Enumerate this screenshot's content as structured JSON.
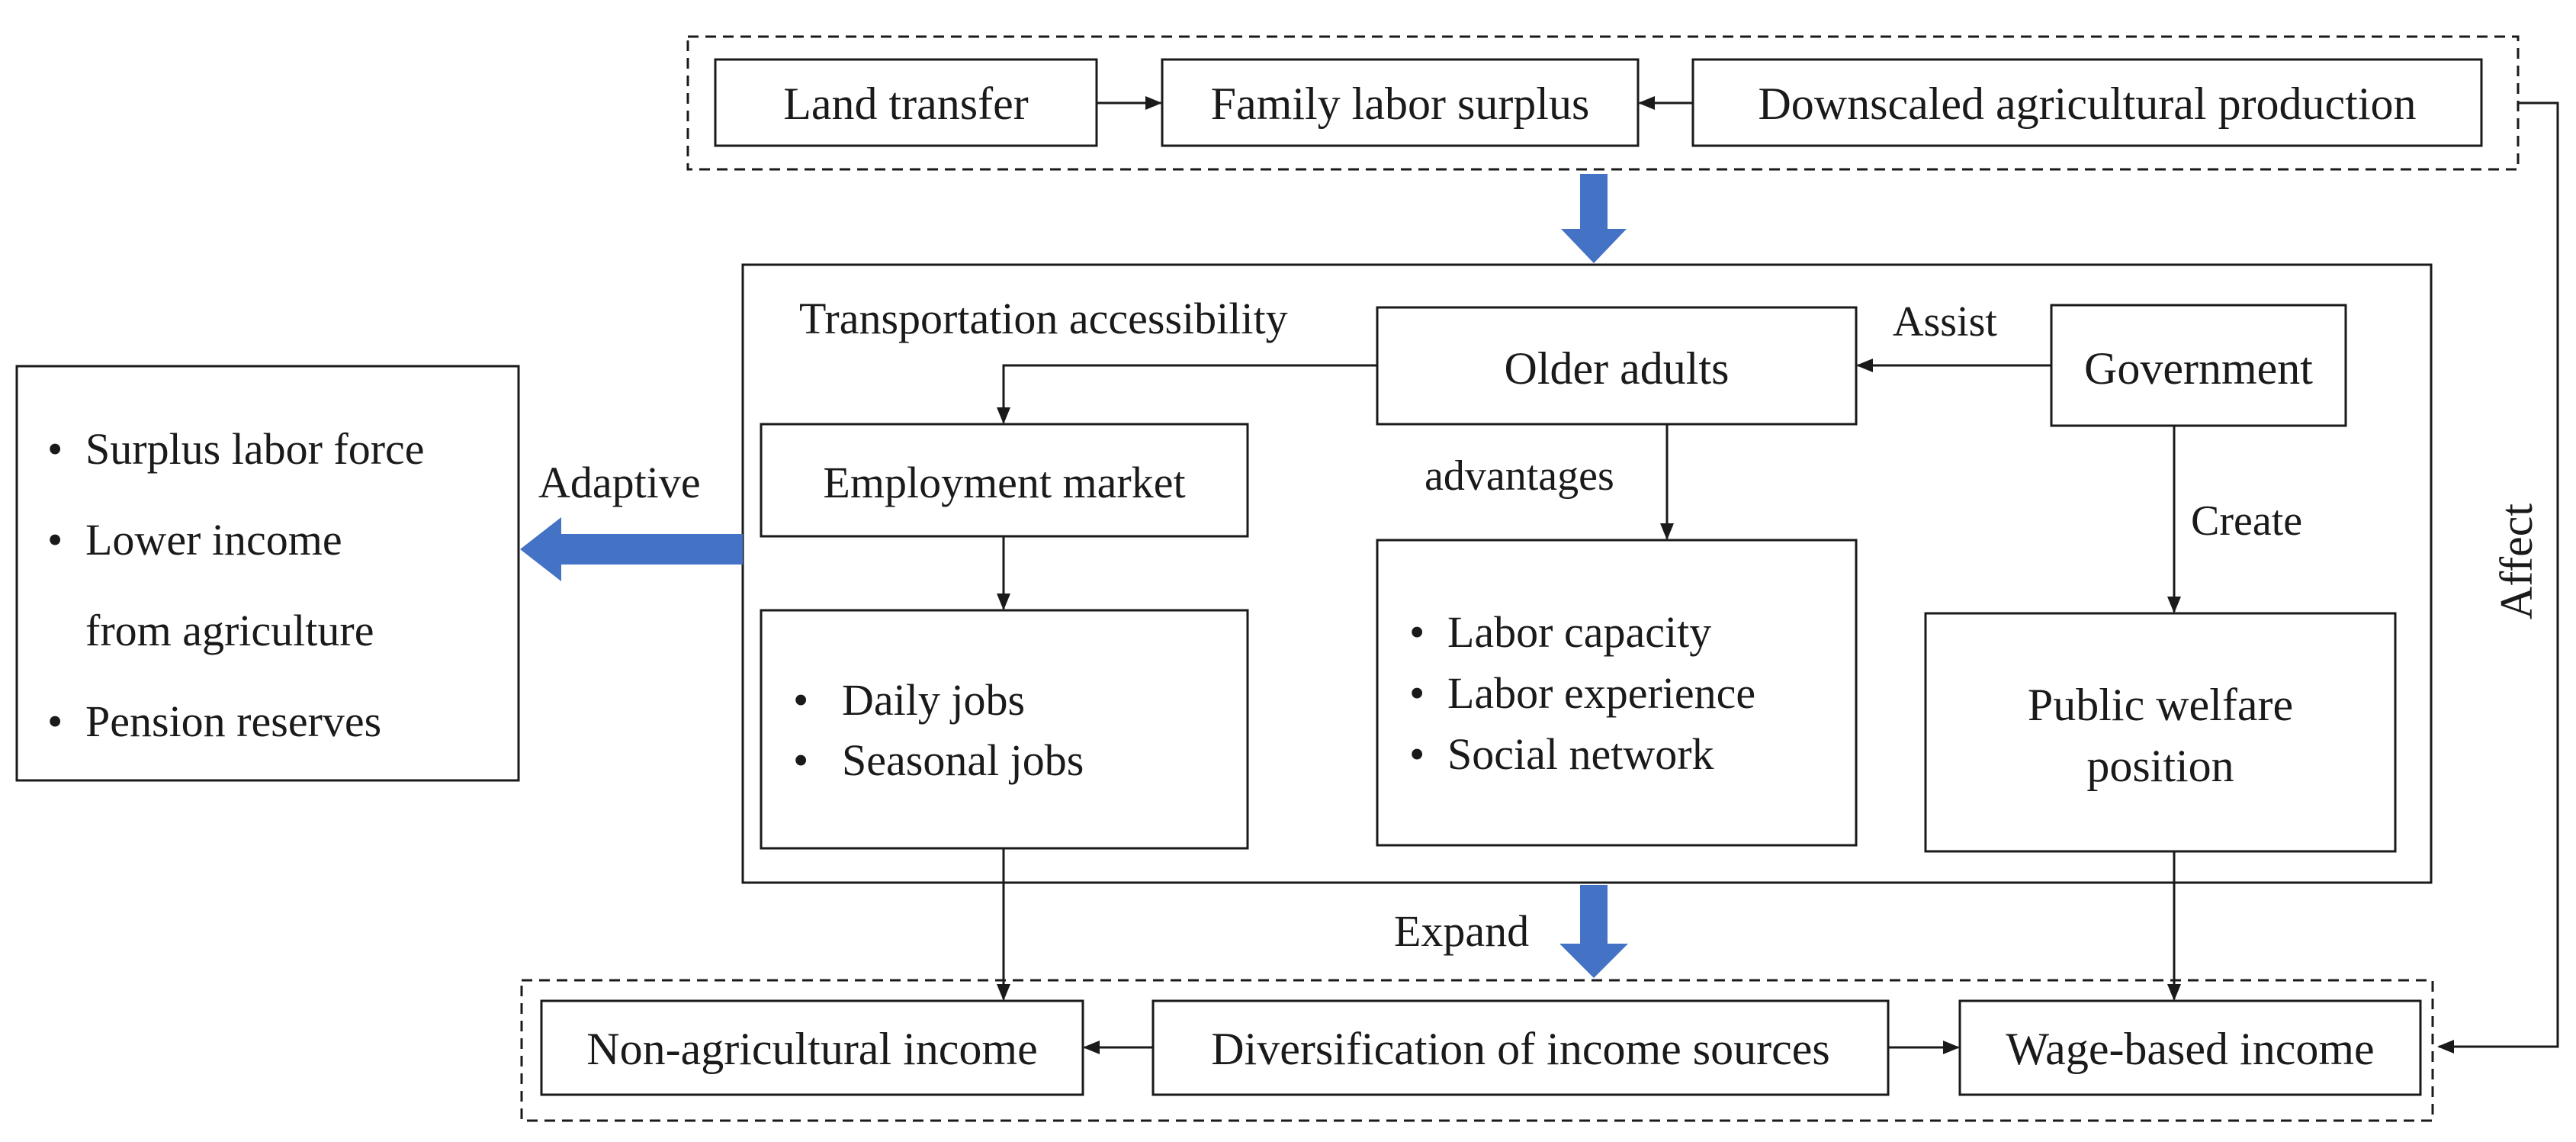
{
  "colors": {
    "accent_arrow": "#4472C4",
    "line": "#1a1a1a"
  },
  "top": {
    "land_transfer": "Land transfer",
    "family_labor_surplus": "Family labor surplus",
    "downscaled_production": "Downscaled agricultural production"
  },
  "center": {
    "transportation": "Transportation accessibility",
    "assist": "Assist",
    "older_adults": "Older adults",
    "government": "Government",
    "employment_market": "Employment market",
    "advantages": "advantages",
    "create": "Create",
    "jobs": [
      "Daily jobs",
      "Seasonal jobs"
    ],
    "labor": [
      "Labor capacity",
      "Labor experience",
      "Social network"
    ],
    "public_welfare": [
      "Public welfare",
      "position"
    ]
  },
  "left": {
    "adaptive": "Adaptive",
    "items": [
      "Surplus labor force",
      "Lower income",
      "from agriculture",
      "Pension reserves"
    ]
  },
  "affect": "Affect",
  "expand": "Expand",
  "bottom": {
    "non_agricultural": "Non-agricultural income",
    "diversification": "Diversification of income sources",
    "wage_based": "Wage-based income"
  },
  "bullet": "•"
}
